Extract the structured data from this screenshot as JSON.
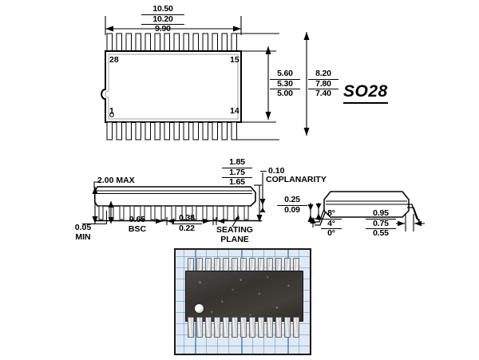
{
  "drawing": {
    "package_name": "SO28",
    "title_label": "SO28",
    "units_note": ""
  },
  "top_view": {
    "name": "top-view",
    "pin_labels": {
      "top_left": "28",
      "top_right": "15",
      "bottom_left": "1",
      "bottom_right": "14"
    },
    "lead_count_per_side": 14,
    "total_pins": 28,
    "width_dim": {
      "max": "10.50",
      "nom": "10.20",
      "min": "9.90"
    },
    "body_width_dim": {
      "max": "5.60",
      "nom": "5.30",
      "min": "5.00"
    },
    "lead_span_dim": {
      "max": "8.20",
      "nom": "7.80",
      "min": "7.40"
    }
  },
  "front_view": {
    "name": "front-view",
    "height_max": "2.00 MAX",
    "standoff_min_line1": "0.05",
    "standoff_min_line2": "MIN",
    "pitch_line1": "0.65",
    "pitch_line2": "BSC",
    "lead_width": {
      "max": "0.38",
      "min": "0.22"
    },
    "body_height": {
      "max": "1.85",
      "nom": "1.75",
      "min": "1.65"
    },
    "seating_plane_line1": "SEATING",
    "seating_plane_line2": "PLANE"
  },
  "side_view": {
    "name": "side-view",
    "coplanarity_value": "0.10",
    "coplanarity_label": "COPLANARITY",
    "lead_thickness": {
      "max": "0.25",
      "min": "0.09"
    },
    "lead_angle": {
      "max": "8°",
      "nom": "4°",
      "min": "0°"
    },
    "foot_length": {
      "max": "0.95",
      "nom": "0.75",
      "min": "0.55"
    }
  },
  "photo": {
    "name": "package-photo",
    "caption": "",
    "subject": "SO28 integrated circuit on graph paper",
    "colors": {
      "paper": "#dfe9f2",
      "grid": "#5a96cd",
      "body": "#3a3632",
      "lead": "#d4d4d4",
      "border": "#1a1a1a"
    }
  },
  "icons": {
    "notch": "package-notch-icon",
    "pin1_marker": "pin1-dot-icon"
  }
}
